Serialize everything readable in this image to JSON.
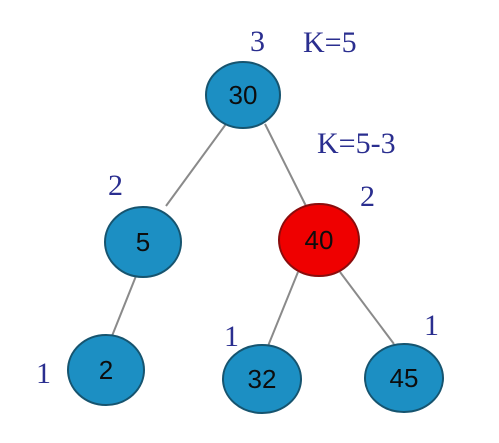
{
  "colors": {
    "node_fill": "#1c8fc3",
    "node_stroke": "#16546f",
    "highlight_fill": "#ef0000",
    "highlight_stroke": "#8a0c0c",
    "edge": "#8a8a8a",
    "annotation_text": "#2a2e8f"
  },
  "tree": {
    "nodes": [
      {
        "id": "n30",
        "value": "30",
        "size_label": "3",
        "highlighted": false
      },
      {
        "id": "n5",
        "value": "5",
        "size_label": "2",
        "highlighted": false
      },
      {
        "id": "n40",
        "value": "40",
        "size_label": "2",
        "highlighted": true
      },
      {
        "id": "n2",
        "value": "2",
        "size_label": "1",
        "highlighted": false
      },
      {
        "id": "n32",
        "value": "32",
        "size_label": "1",
        "highlighted": false
      },
      {
        "id": "n45",
        "value": "45",
        "size_label": "1",
        "highlighted": false
      }
    ],
    "edges": [
      {
        "from": "30",
        "to": "5"
      },
      {
        "from": "30",
        "to": "40"
      },
      {
        "from": "5",
        "to": "2"
      },
      {
        "from": "40",
        "to": "32"
      },
      {
        "from": "40",
        "to": "45"
      }
    ]
  },
  "annotations": {
    "k_initial": "K=5",
    "k_update": "K=5-3"
  }
}
